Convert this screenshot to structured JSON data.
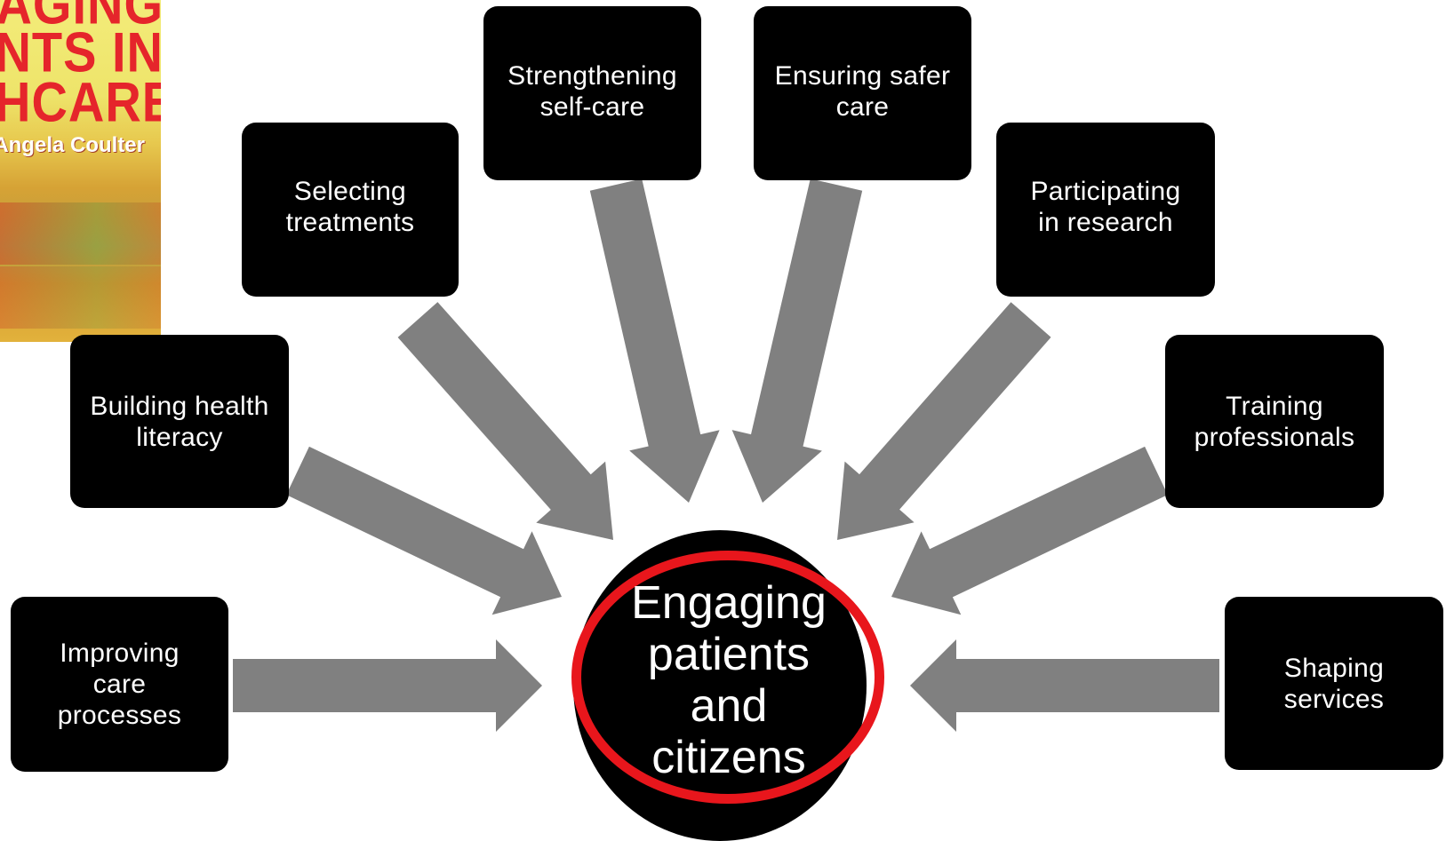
{
  "book_cover": {
    "title_lines": [
      "AGING",
      "NTS IN",
      "HCARE"
    ],
    "author": "Angela Coulter"
  },
  "hub": {
    "label_lines": [
      "Engaging",
      "patients",
      "and",
      "citizens"
    ],
    "ring_color": "#e8161c"
  },
  "boxes": {
    "improving": [
      "Improving",
      "care",
      "processes"
    ],
    "building": [
      "Building health",
      "literacy"
    ],
    "selecting": [
      "Selecting",
      "treatments"
    ],
    "strengthening": [
      "Strengthening",
      "self-care"
    ],
    "ensuring": [
      "Ensuring safer",
      "care"
    ],
    "participating": [
      "Participating",
      "in research"
    ],
    "training": [
      "Training",
      "professionals"
    ],
    "shaping": [
      "Shaping",
      "services"
    ]
  },
  "colors": {
    "box_fill": "#000000",
    "box_text": "#ffffff",
    "arrow_fill": "#808080",
    "background": "#ffffff"
  }
}
